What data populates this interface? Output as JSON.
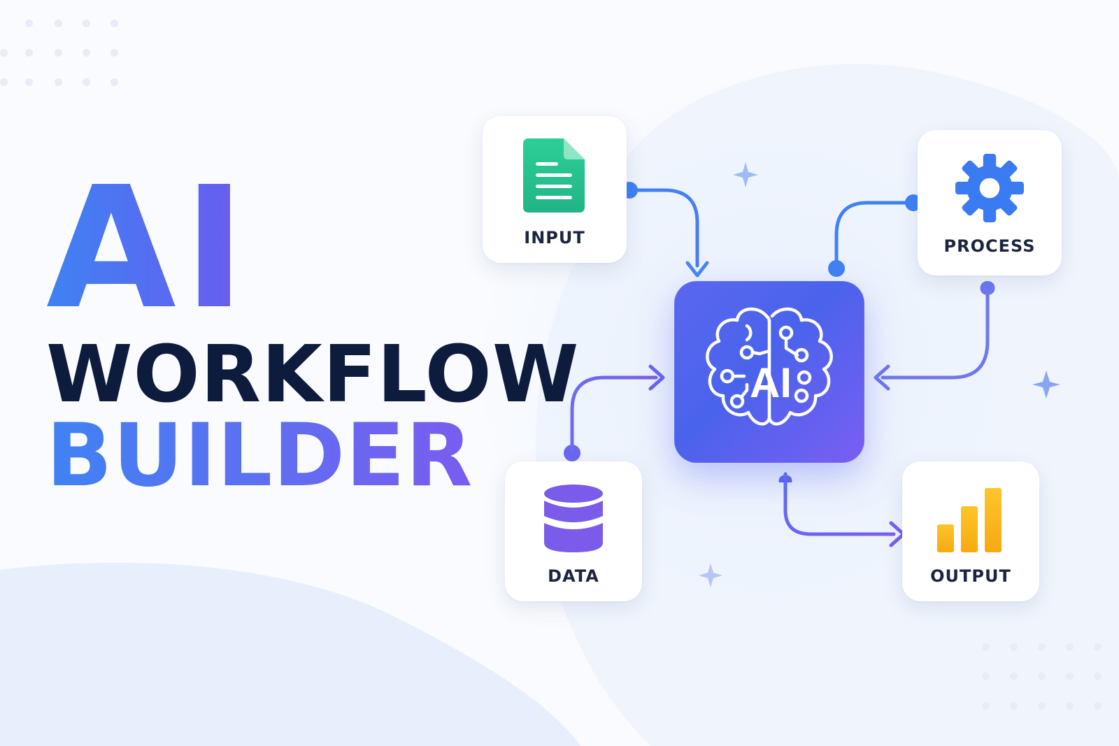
{
  "title": {
    "line1": "AI",
    "line2": "WORKFLOW",
    "line3": "BUILDER"
  },
  "nodes": {
    "input": {
      "label": "INPUT",
      "icon": "document-icon",
      "color": "#2bc48f"
    },
    "process": {
      "label": "PROCESS",
      "icon": "gear-icon",
      "color": "#3a7bf1"
    },
    "data": {
      "label": "DATA",
      "icon": "database-icon",
      "color": "#7a5bea"
    },
    "output": {
      "label": "OUTPUT",
      "icon": "bar-chart-icon",
      "color": "#fbbc1e"
    },
    "core": {
      "label": "AI",
      "icon": "brain-circuit-icon",
      "color": "#5a67ee"
    }
  },
  "colors": {
    "blue_accent": "#3f82f3",
    "purple_accent": "#7a5ef2",
    "navy_text": "#0d1b3d"
  }
}
